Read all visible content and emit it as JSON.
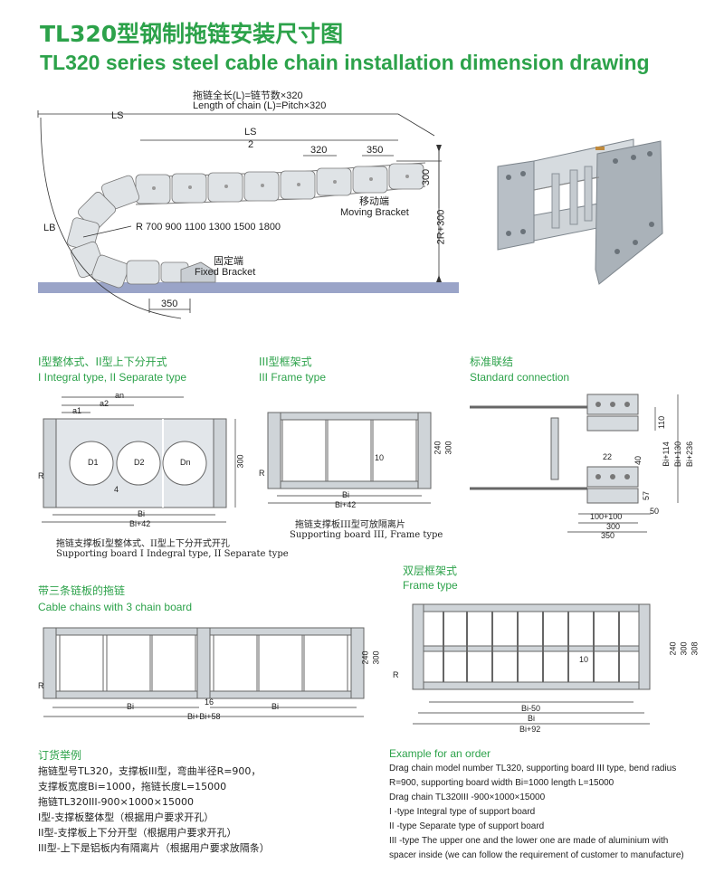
{
  "header": {
    "title_cn": "TL320型钢制拖链安装尺寸图",
    "title_en": "TL320 series steel cable chain installation dimension drawing"
  },
  "main_drawing": {
    "length_cn": "拖链全长(L)=链节数×320",
    "length_en": "Length of chain (L)=Pitch×320",
    "ls": "LS",
    "ls_half_top": "LS",
    "ls_half_bottom": "2",
    "pitch1": "320",
    "pitch2": "350",
    "bottom_dim": "350",
    "height_300": "300",
    "height_2r": "2R+300",
    "lb": "LB",
    "radius": "R 700  900  1100  1300  1500  1800",
    "moving_cn": "移动端",
    "moving_en": "Moving Bracket",
    "fixed_cn": "固定端",
    "fixed_en": "Fixed Bracket"
  },
  "section_integral": {
    "title_cn": "I型整体式、II型上下分开式",
    "title_en": "I Integral type, II Separate type",
    "an": "an",
    "a2": "a2",
    "a1": "a1",
    "d1": "D1",
    "d2": "D2",
    "dn": "Dn",
    "gap": "4",
    "h": "300",
    "r": "R",
    "bi": "Bi",
    "bi42": "Bi+42",
    "cap_cn": "拖链支撑板I型整体式、II型上下分开式开孔",
    "cap_en": "Supporting board I Indegral type, II Separate type"
  },
  "section_frame": {
    "title_cn": "III型框架式",
    "title_en": "III Frame type",
    "ten": "10",
    "h240": "240",
    "h300": "300",
    "r": "R",
    "bi": "Bi",
    "bi42": "Bi+42",
    "cap_cn": "拖链支撑板III型可放隔离片",
    "cap_en": "Supporting board III, Frame type"
  },
  "section_standard": {
    "title_cn": "标准联结",
    "title_en": "Standard connection",
    "d110": "110",
    "d40": "40",
    "d22": "22",
    "d57": "57",
    "d50": "50",
    "bi114": "Bi+114",
    "bi130": "Bi+130",
    "bi236": "Bi+236",
    "d100": "100+100",
    "d300": "300",
    "d350": "350"
  },
  "section_three": {
    "title_cn": "带三条链板的拖链",
    "title_en": "Cable chains with 3 chain board",
    "h240": "240",
    "h300": "300",
    "r": "R",
    "bi_left": "Bi",
    "gap16": "16",
    "bi_right": "Bi",
    "total": "Bi+Bi+58"
  },
  "section_double": {
    "title_cn": "双层框架式",
    "title_en": "Frame type",
    "ten": "10",
    "h240": "240",
    "h300": "300",
    "h308": "308",
    "r": "R",
    "bi50": "Bi-50",
    "bi": "Bi",
    "bi92": "Bi+92"
  },
  "order_cn": {
    "title": "订货举例",
    "lines": [
      "拖链型号TL320，支撑板III型，弯曲半径R=900，",
      "支撑板宽度Bi=1000，拖链长度L=15000",
      "拖链TL320III-900×1000×15000",
      "I型-支撑板整体型（根据用户要求开孔）",
      "II型-支撑板上下分开型（根据用户要求开孔）",
      "III型-上下是铝板内有隔离片（根据用户要求放隔条）"
    ]
  },
  "order_en": {
    "title": "Example for an order",
    "lines": [
      "Drag chain model number TL320, supporting board III type, bend radius",
      "R=900, supporting board width Bi=1000 length L=15000",
      "Drag chain TL320III -900×1000×15000",
      "I -type Integral type of support board",
      "II -type Separate type of support board",
      "III -type The upper one and the lower one are made of aluminium with",
      "spacer inside  (we can follow the requirement of customer to manufacture)"
    ]
  }
}
